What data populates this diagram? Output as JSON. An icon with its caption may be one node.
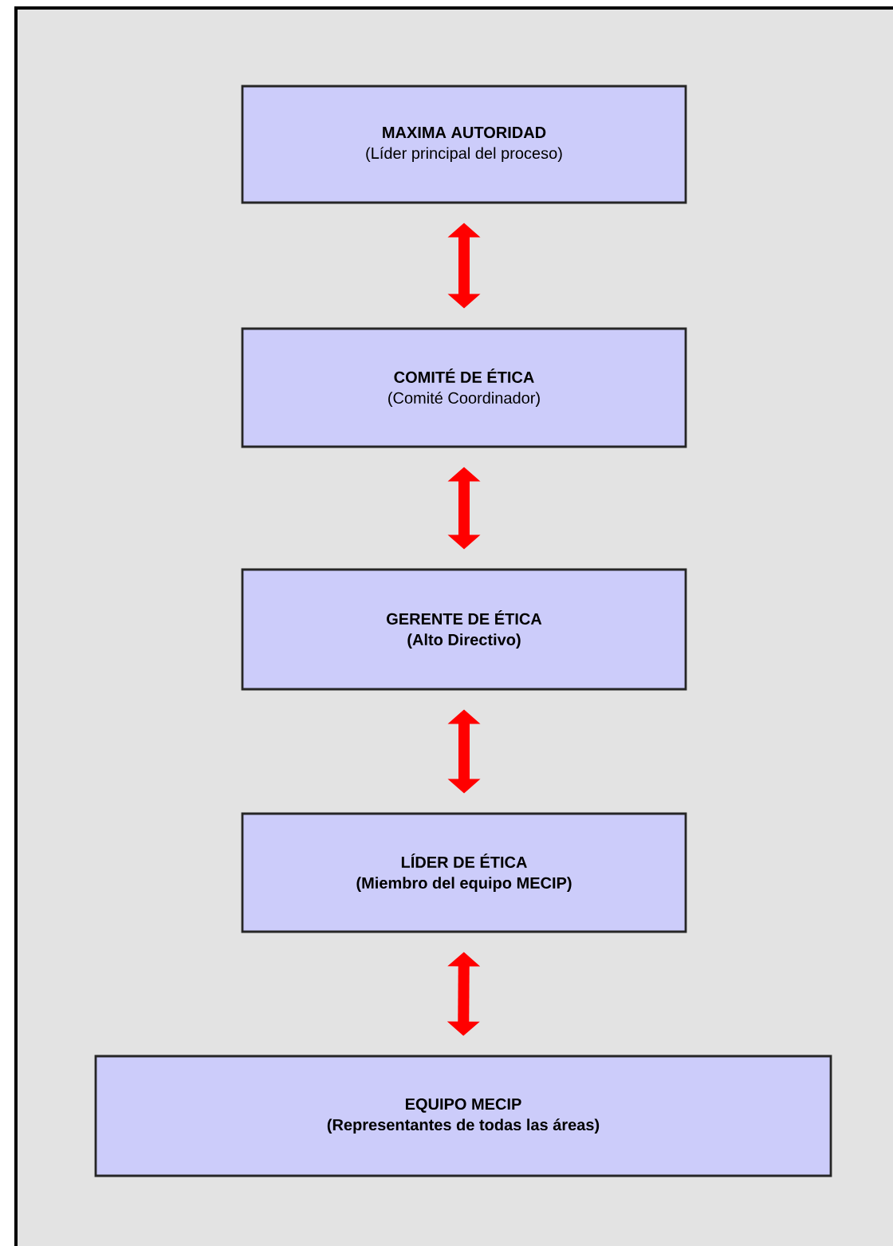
{
  "diagram": {
    "nodes": [
      {
        "text": [
          "MAXIMA AUTORIDAD",
          "(Líder principal del proceso)"
        ]
      },
      {
        "text": [
          "COMITÉ DE ÉTICA",
          "(Comité Coordinador)"
        ]
      },
      {
        "text": [
          "GERENTE DE ÉTICA",
          "(Alto Directivo)"
        ]
      },
      {
        "text": [
          "LÍDER DE ÉTICA",
          "(Miembro del equipo MECIP)"
        ]
      },
      {
        "text": [
          "EQUIPO MECIP",
          "(Representantes de todas las áreas)"
        ]
      }
    ],
    "edges": [
      {
        "from": 0,
        "to": 1,
        "arrow": "both"
      },
      {
        "from": 1,
        "to": 2,
        "arrow": "both"
      },
      {
        "from": 2,
        "to": 3,
        "arrow": "both"
      },
      {
        "from": 3,
        "to": 4,
        "arrow": "both"
      }
    ]
  }
}
